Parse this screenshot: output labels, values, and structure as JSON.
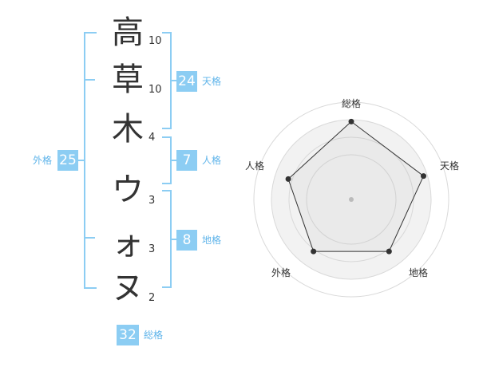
{
  "name_chars": [
    {
      "char": "高",
      "strokes": "10"
    },
    {
      "char": "草",
      "strokes": "10"
    },
    {
      "char": "木",
      "strokes": "4"
    },
    {
      "char": "ウ",
      "strokes": "3"
    },
    {
      "char": "ォ",
      "strokes": "3"
    },
    {
      "char": "ヌ",
      "strokes": "2"
    }
  ],
  "fortune": {
    "tenkaku": {
      "value": "24",
      "label": "天格"
    },
    "jinkaku": {
      "value": "7",
      "label": "人格"
    },
    "chikaku": {
      "value": "8",
      "label": "地格"
    },
    "gaikaku": {
      "value": "25",
      "label": "外格"
    },
    "soukaku": {
      "value": "32",
      "label": "総格"
    }
  },
  "radar": {
    "labels": [
      "総格",
      "天格",
      "地格",
      "外格",
      "人格"
    ],
    "levels": [
      0.8,
      0.78,
      0.66,
      0.66,
      0.68
    ],
    "colors": {
      "ring": "#d9d9d9",
      "fill": "#f2f2f2",
      "line": "#333333",
      "point": "#333333",
      "center": "#bbbbbb"
    }
  },
  "accent": "#8ccdf3"
}
